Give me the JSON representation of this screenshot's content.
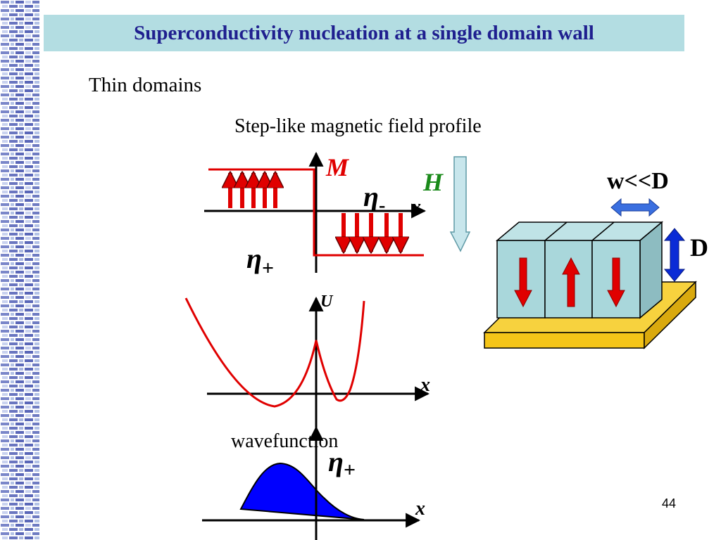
{
  "slide": {
    "title": "Superconductivity nucleation at a single domain wall",
    "subtitle": "Thin domains",
    "profile_label": "Step-like magnetic field profile",
    "wavefunction_label": "wavefunction",
    "page_number": "44"
  },
  "top_diagram": {
    "magnetization_label": "M",
    "field_label": "H",
    "eta_minus_symbol": "η",
    "eta_minus_subscript": "-",
    "eta_plus_symbol": "η",
    "eta_plus_subscript": "+",
    "x_axis_label": "x"
  },
  "potential_diagram": {
    "y_axis_label": "U",
    "x_axis_label": "x"
  },
  "wavefunction_diagram": {
    "eta_symbol": "η",
    "eta_subscript": "+",
    "x_axis_label": "x"
  },
  "domain_block": {
    "width_relation_label": "w<<D",
    "thickness_label": "D",
    "domain_magnetization": [
      "down",
      "up",
      "down"
    ]
  },
  "colors": {
    "title_bar": "#b3dde2",
    "title_text": "#1f1f8f",
    "magnetization": "#e00000",
    "field_arrow": "#c8e6ec",
    "field_label": "#1a8a1a",
    "wavefunction_fill": "#0000ff",
    "block_face": "#a9d7db",
    "substrate": "#f7d23e",
    "width_arrow": "#3a6fe0",
    "thickness_arrow": "#0a2bd6"
  }
}
